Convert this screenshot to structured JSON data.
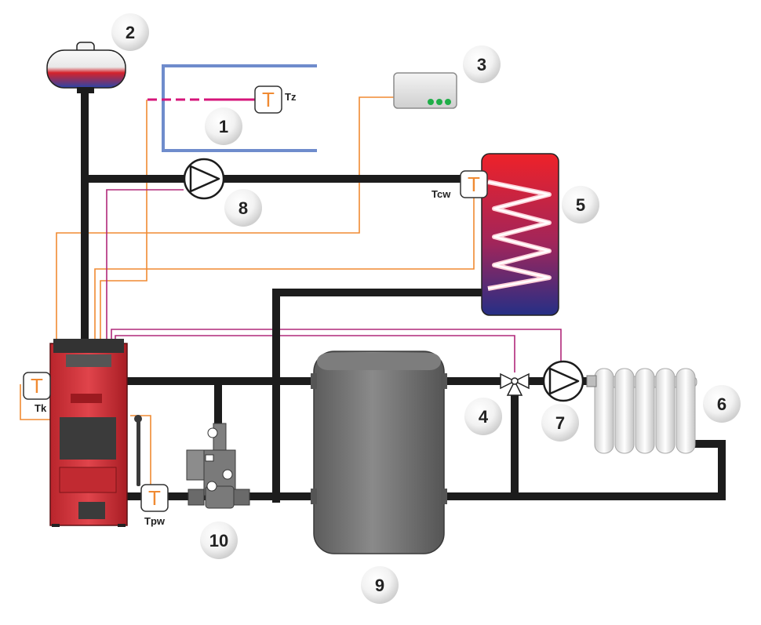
{
  "numbers": {
    "n1": "1",
    "n2": "2",
    "n3": "3",
    "n4": "4",
    "n5": "5",
    "n6": "6",
    "n7": "7",
    "n8": "8",
    "n9": "9",
    "n10": "10"
  },
  "sensors": {
    "glyph": "T",
    "tz": "Tz",
    "tcw": "Tcw",
    "tk": "Tk",
    "tpw": "Tpw"
  },
  "colors": {
    "pipe": "#1c1c1c",
    "signal_orange": "#f08a32",
    "signal_magenta": "#b0287a",
    "heated_room_wall": "#6f8ccc",
    "outdoor_probe": "#d6147a",
    "boiler_red": "#d6323a",
    "tank_grey": "#6f6f6f",
    "dhw_tank_top": "#e8202a",
    "dhw_tank_bottom": "#2a2f8a",
    "controller_led": "#1fae48"
  },
  "icons": [
    "expansion-vessel-icon",
    "room-sensor-icon",
    "controller-icon",
    "pump-icon",
    "mixing-valve-icon",
    "dhw-tank-icon",
    "radiator-icon",
    "boiler-icon",
    "buffer-tank-icon",
    "thermostatic-valve-icon"
  ]
}
